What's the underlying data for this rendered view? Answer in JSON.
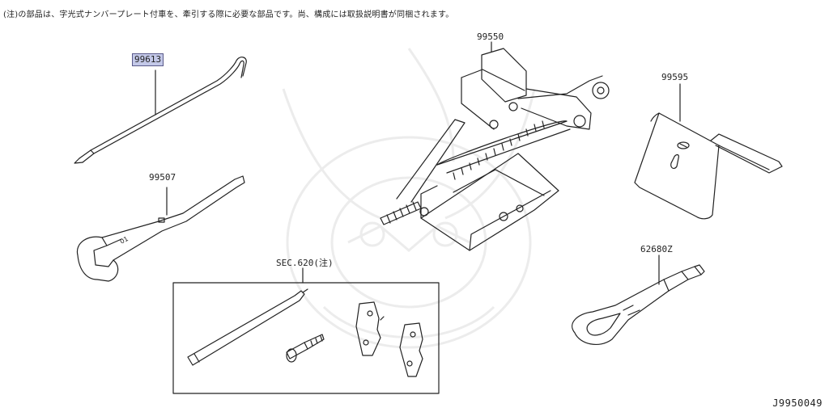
{
  "note": "(注)の部品は、字光式ナンバープレート付車を、牽引する際に必要な部品です。尚、構成には取扱説明書が同梱されます。",
  "parts": [
    {
      "label": "99613",
      "highlighted": true
    },
    {
      "label": "99507"
    },
    {
      "label": "99550"
    },
    {
      "label": "99595"
    },
    {
      "label": "62680Z"
    },
    {
      "label": "SEC.620(注)"
    }
  ],
  "diagram_id": "J9950049",
  "highlight_color": "#c3c8e8"
}
